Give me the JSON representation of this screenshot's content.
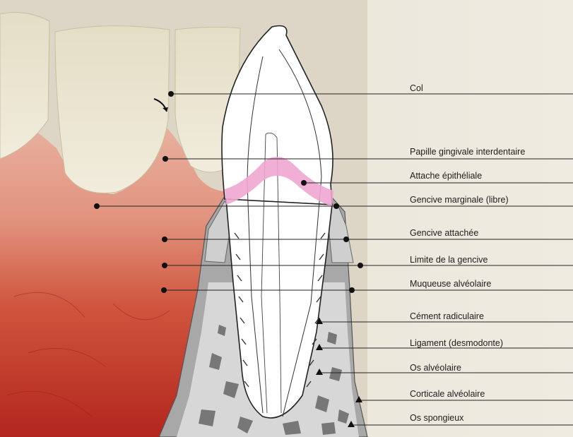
{
  "labels": {
    "col": "Col",
    "papille": "Papille gingivale interdentaire",
    "attache_epitheliale": "Attache épithéliale",
    "gencive_marginale": "Gencive marginale (libre)",
    "gencive_attachee": "Gencive attachée",
    "limite_gencive": "Limite de la gencive",
    "muqueuse": "Muqueuse alvéolaire",
    "cement": "Cément radiculaire",
    "ligament": "Ligament (desmodonte)",
    "os_alveolaire": "Os alvéolaire",
    "corticale": "Corticale alvéolaire",
    "os_spongieux": "Os spongieux"
  },
  "colors": {
    "page": "#ebe6d9",
    "enamel": "#ffffff",
    "attachment": "#f0a6d0",
    "gingiva_diagram": "#9b9b9b",
    "bone": "#777777",
    "gum_photo": "#d9785f",
    "mucosa_photo": "#c2392a"
  },
  "icons": {
    "arrow": "curved-arrow-icon",
    "markers": [
      "dot-marker-icon",
      "triangle-marker-icon"
    ]
  }
}
